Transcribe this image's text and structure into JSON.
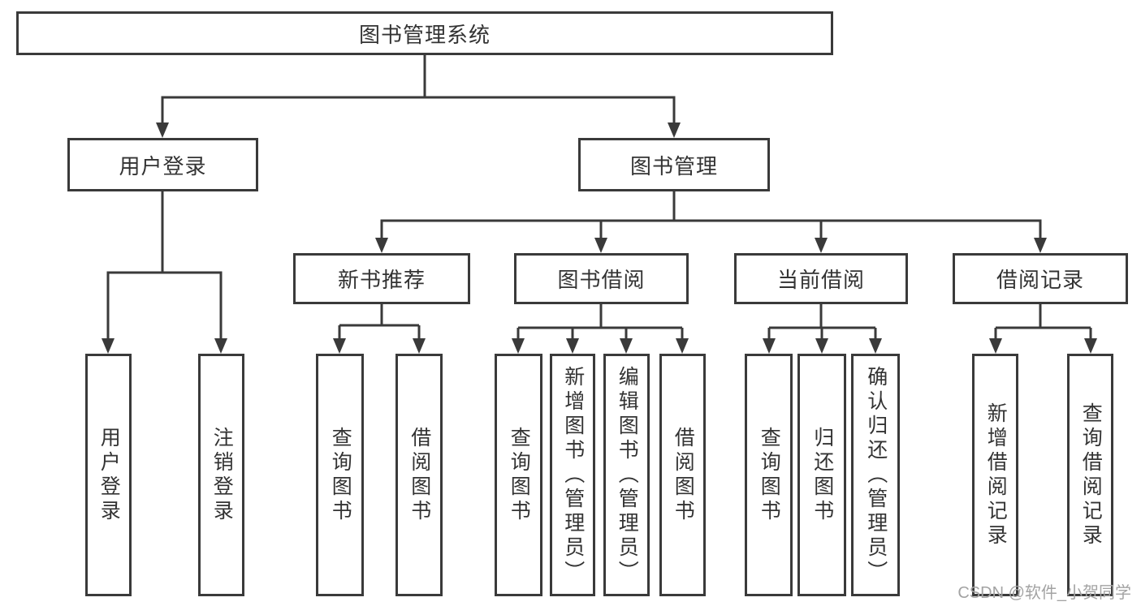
{
  "diagram": {
    "root": {
      "label": "图书管理系统"
    },
    "branches": [
      {
        "label": "用户登录",
        "children": [
          {
            "label": "用户登录"
          },
          {
            "label": "注销登录"
          }
        ]
      },
      {
        "label": "图书管理",
        "children": [
          {
            "label": "新书推荐",
            "children": [
              {
                "label": "查询图书"
              },
              {
                "label": "借阅图书"
              }
            ]
          },
          {
            "label": "图书借阅",
            "children": [
              {
                "label": "查询图书"
              },
              {
                "label": "新增图书（管理员）"
              },
              {
                "label": "编辑图书（管理员）"
              },
              {
                "label": "借阅图书"
              }
            ]
          },
          {
            "label": "当前借阅",
            "children": [
              {
                "label": "查询图书"
              },
              {
                "label": "归还图书"
              },
              {
                "label": "确认归还（管理员）"
              }
            ]
          },
          {
            "label": "借阅记录",
            "children": [
              {
                "label": "新增借阅记录"
              },
              {
                "label": "查询借阅记录"
              }
            ]
          }
        ]
      }
    ]
  },
  "watermark": "CSDN @软件_小贺同学",
  "colors": {
    "line": "#3a3a3a",
    "text": "#333333",
    "watermark": "#a3a3a3",
    "background": "#ffffff"
  }
}
